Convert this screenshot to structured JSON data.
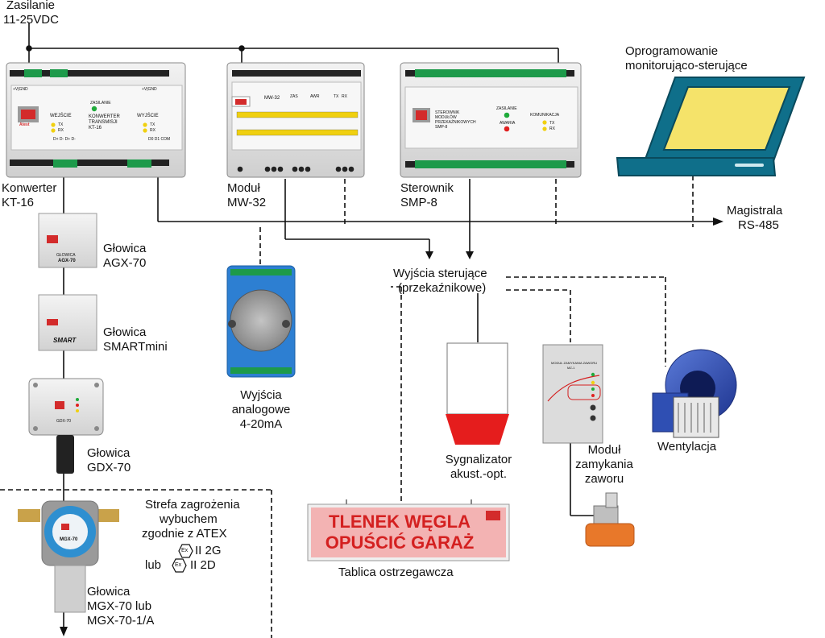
{
  "power": {
    "label_1": "Zasilanie",
    "label_2": "11-25VDC"
  },
  "software": {
    "label_1": "Oprogramowanie",
    "label_2": "monitorująco-sterujące"
  },
  "bus": {
    "label_1": "Magistrala",
    "label_2": "RS-485"
  },
  "kt16": {
    "caption_1": "Konwerter",
    "caption_2": "KT-16",
    "panel_title_1": "KONWERTER",
    "panel_title_2": "TRANSMISJI",
    "panel_title_3": "KT-16",
    "input": "WEJŚCIE",
    "output": "WYJŚCIE",
    "power": "ZASILANIE",
    "tx": "TX",
    "rx": "RX",
    "terminal_left": "+V|GND",
    "terminal_right": "+V|GND",
    "bottom_terms": "D+ D- D+ D-",
    "bottom_terms_r": "D0 D1 COM"
  },
  "mw32": {
    "caption_1": "Moduł",
    "caption_2": "MW-32",
    "panel_title": "MW-32",
    "zas": "ZAS",
    "awr": "AWR",
    "tx": "TX",
    "rx": "RX"
  },
  "smp8": {
    "caption_1": "Sterownik",
    "caption_2": "SMP-8",
    "panel_1": "STEROWNIK",
    "panel_2": "MODUŁÓW",
    "panel_3": "PRZEKAŹNIKOWYCH",
    "panel_4": "SMP-8",
    "zasilanie": "ZASILANIE",
    "awaria": "AWARIA",
    "komunikacja": "KOMUNIKACJA",
    "tx": "TX",
    "rx": "RX"
  },
  "heads": {
    "agx": {
      "label_1": "Głowica",
      "label_2": "AGX-70",
      "device": "AGX-70",
      "device_top": "GŁOWICA"
    },
    "smart": {
      "label_1": "Głowica",
      "label_2": "SMARTmini",
      "device": "SMART"
    },
    "gdx": {
      "label_1": "Głowica",
      "label_2": "GDX-70",
      "device": "GDX-70"
    },
    "mgx": {
      "label_1": "Głowica",
      "label_2": "MGX-70 lub",
      "label_3": "MGX-70-1/A",
      "device": "MGX-70"
    }
  },
  "atex": {
    "line_1": "Strefa zagrożenia",
    "line_2": "wybuchem",
    "line_3": "zgodnie z ATEX",
    "line_4": "II 2G",
    "lub": "lub",
    "line_5": "II 2D",
    "ex": "Ex"
  },
  "analog": {
    "label_1": "Wyjścia",
    "label_2": "analogowe",
    "label_3": "4-20mA"
  },
  "outputs": {
    "label_1": "Wyjścia sterujące",
    "label_2": "(przekaźnikowe)"
  },
  "signal": {
    "label_1": "Sygnalizator",
    "label_2": "akust.-opt."
  },
  "valve": {
    "label_1": "Moduł",
    "label_2": "zamykania",
    "label_3": "zaworu",
    "device_title": "MODUŁ ZAMYKANIA ZAWORU",
    "device_sub": "MZ-1"
  },
  "vent": {
    "label": "Wentylacja"
  },
  "board": {
    "line_1": "TLENEK WĘGLA",
    "line_2": "OPUŚCIĆ GARAŻ",
    "caption": "Tablica ostrzegawcza"
  },
  "brand": "Atest",
  "colors": {
    "green_led": "#1faa3a",
    "red_led": "#e02020",
    "yellow_led": "#f0d010",
    "laptop_screen": "#f5e36a",
    "laptop_frame": "#0f6f8a",
    "board_bg": "#f3b3b3",
    "board_text": "#d42020",
    "siren_red": "#e51d1d",
    "valve_orange": "#e8782a",
    "fan_blue": "#2f4fb3"
  }
}
